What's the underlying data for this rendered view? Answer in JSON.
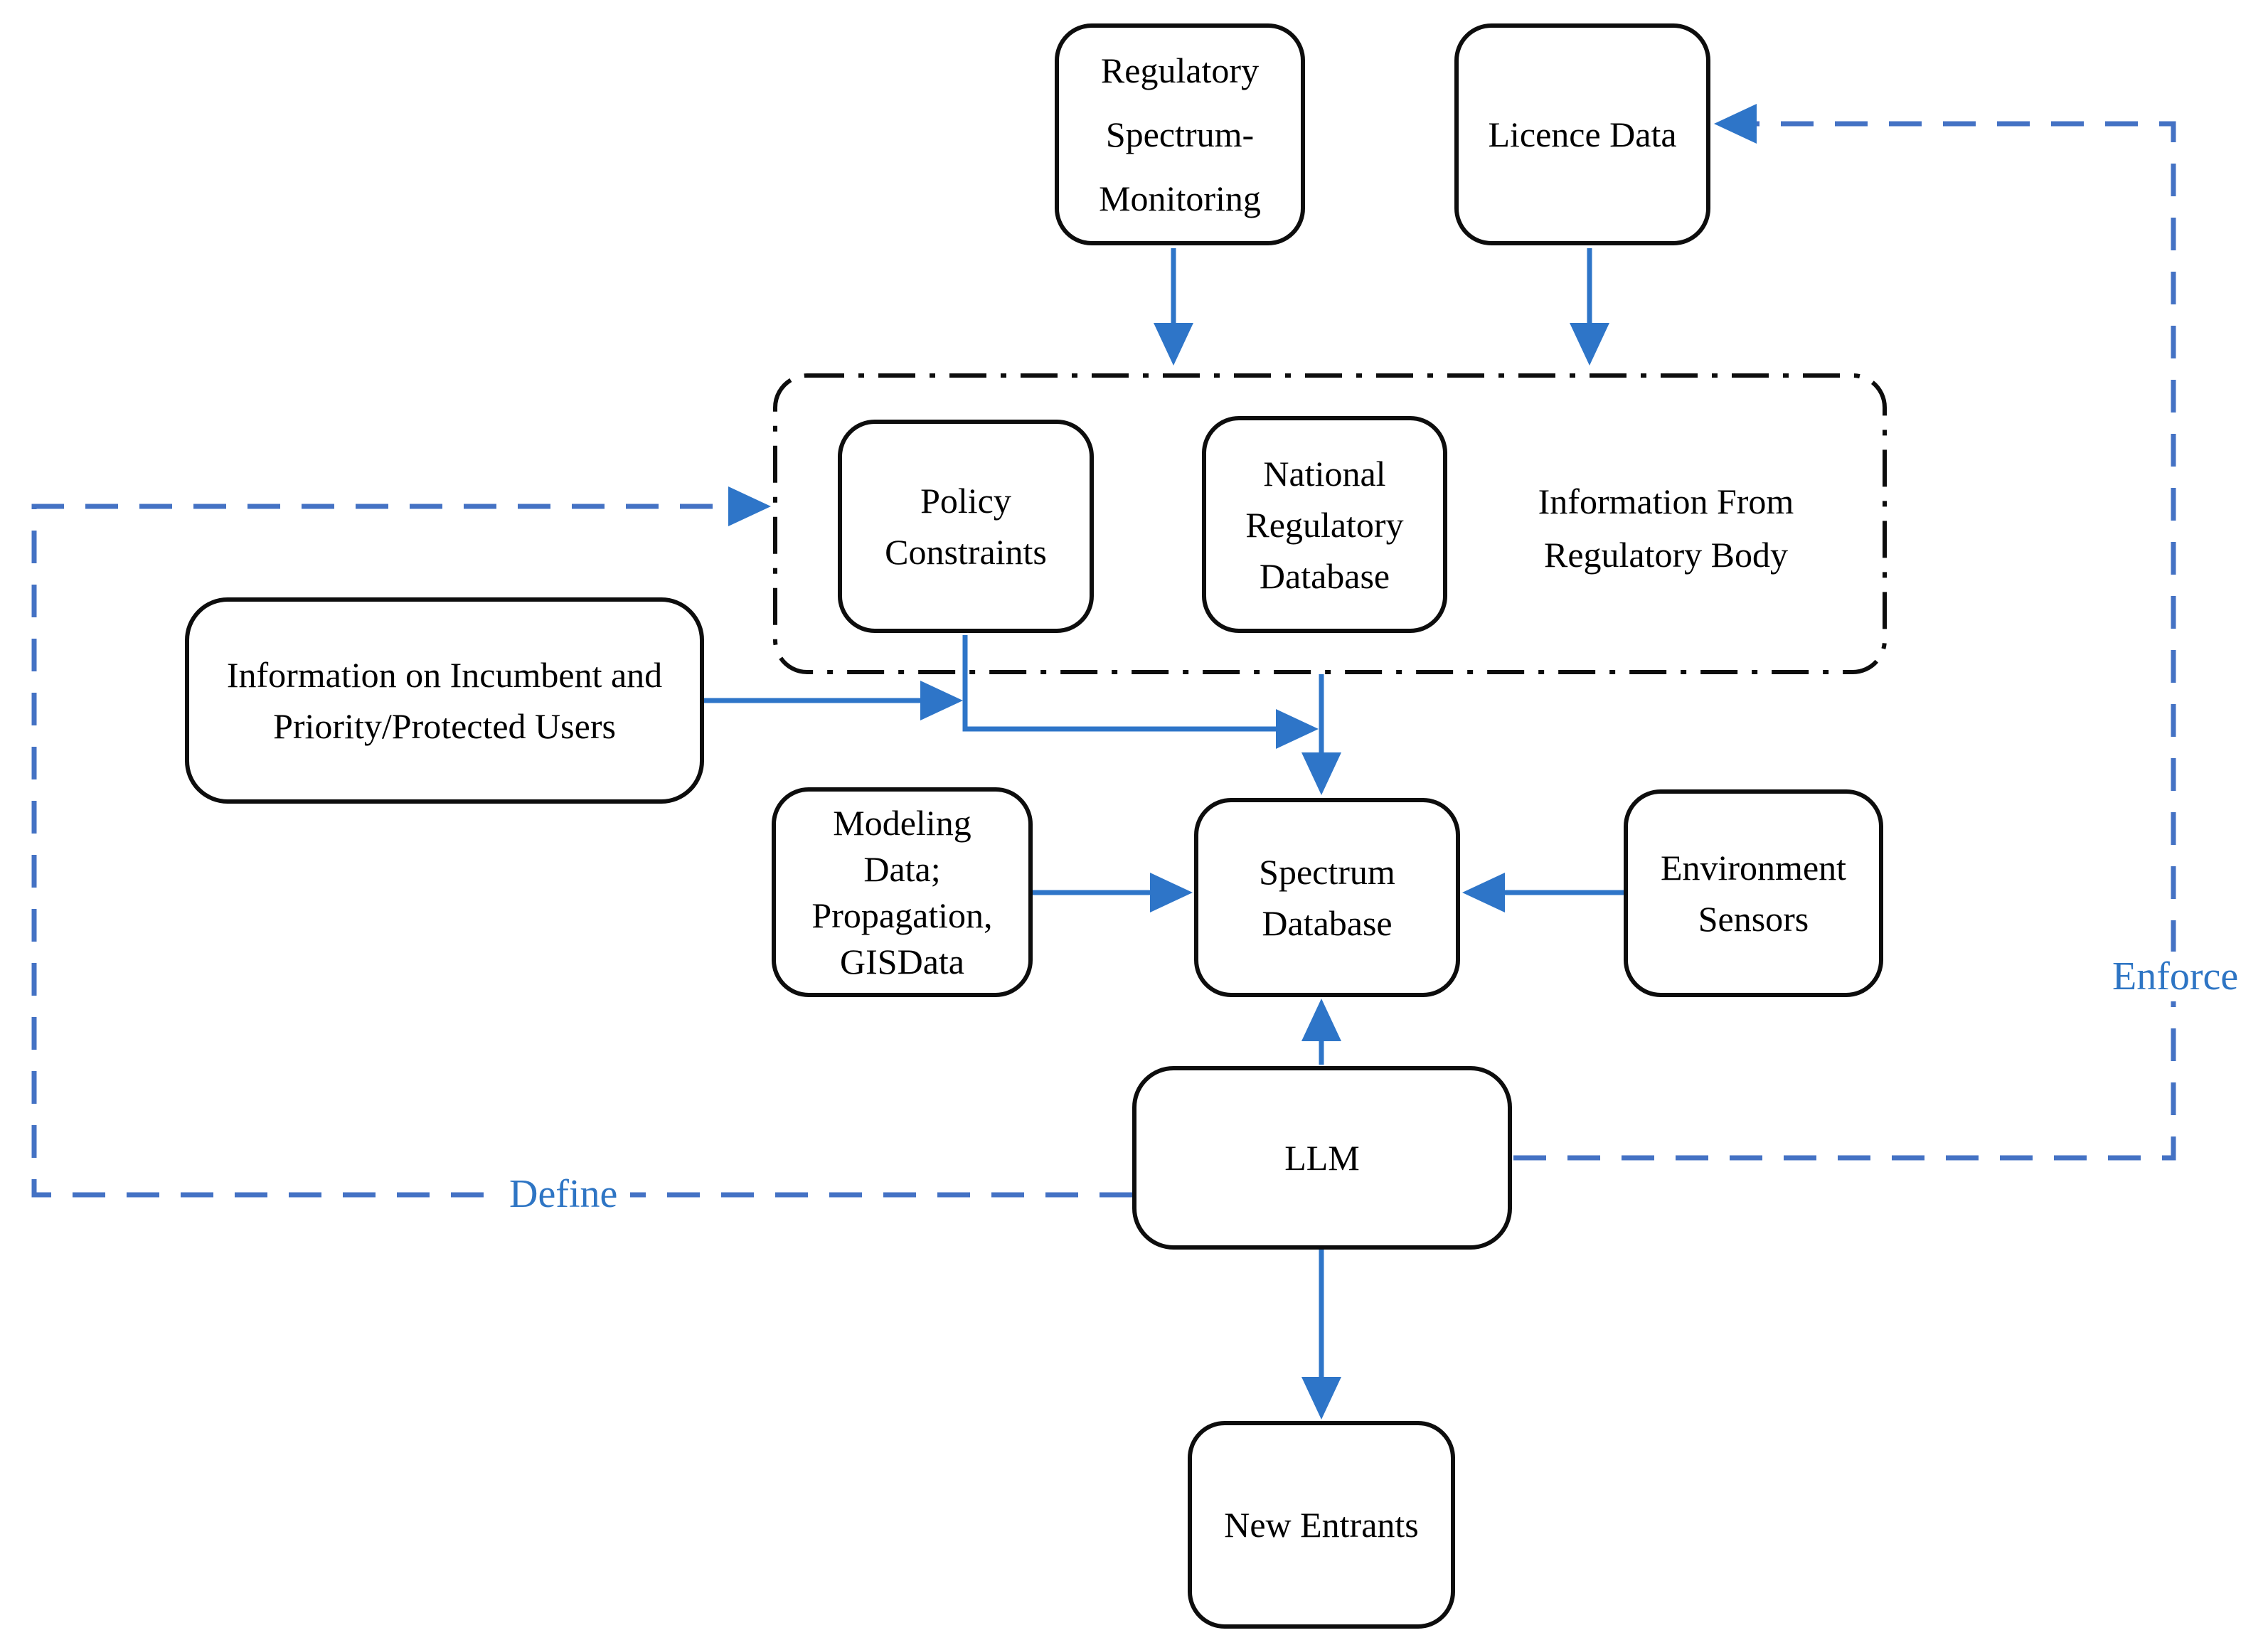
{
  "colors": {
    "solid_arrow_blue": "#2e75c8",
    "dashed_line_blue": "#4472c4",
    "edge_label_blue": "#2e75c4",
    "box_border_black": "#0d0d0d",
    "background": "#ffffff"
  },
  "boxes": {
    "regulatory_spectrum_monitoring": {
      "lines": [
        "Regulatory",
        "Spectrum-",
        "Monitoring"
      ]
    },
    "licence_data": {
      "lines": [
        "Licence Data"
      ]
    },
    "policy_constraints": {
      "lines": [
        "Policy",
        "Constraints"
      ]
    },
    "national_regulatory_database": {
      "lines": [
        "National",
        "Regulatory",
        "Database"
      ]
    },
    "information_from_regulatory_body": {
      "lines": [
        "Information From",
        "Regulatory Body"
      ]
    },
    "incumbent_priority_users": {
      "lines": [
        "Information on Incumbent and",
        "Priority/Protected Users"
      ]
    },
    "modeling_data": {
      "lines": [
        "Modeling",
        "Data;",
        "Propagation,",
        "GISData"
      ]
    },
    "spectrum_database": {
      "lines": [
        "Spectrum",
        "Database"
      ]
    },
    "environment_sensors": {
      "lines": [
        "Environment",
        "Sensors"
      ]
    },
    "llm": {
      "lines": [
        "LLM"
      ]
    },
    "new_entrants": {
      "lines": [
        "New Entrants"
      ]
    }
  },
  "edge_labels": {
    "define": "Define",
    "enforce": "Enforce"
  }
}
